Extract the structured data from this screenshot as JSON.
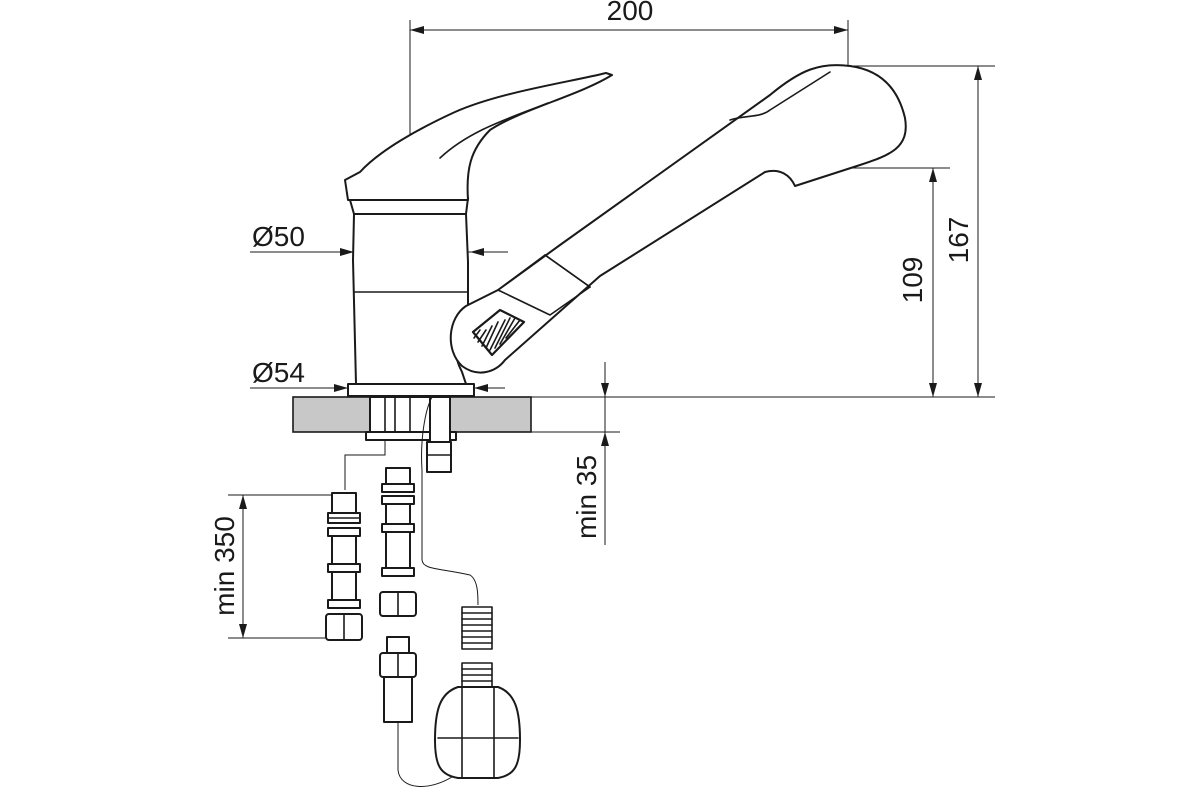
{
  "dimensions": {
    "width_total": "200",
    "height_total": "167",
    "height_spout": "109",
    "diameter_body": "Ø50",
    "diameter_base": "Ø54",
    "min_mounting": "min 35",
    "min_hose": "min 350"
  },
  "colors": {
    "countertop": "#c8c8c8",
    "line": "#1a1a1a",
    "background": "#ffffff"
  }
}
